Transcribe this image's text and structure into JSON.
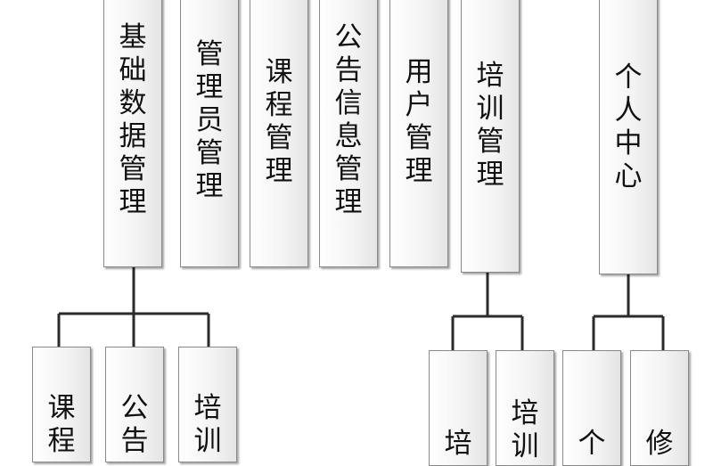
{
  "top_nodes": [
    {
      "label": "基\n础\n数\n据\n管\n理"
    },
    {
      "label": "管\n理\n员\n管\n理"
    },
    {
      "label": "课\n程\n管\n理"
    },
    {
      "label": "公\n告\n信\n息\n管\n理"
    },
    {
      "label": "用\n户\n管\n理"
    },
    {
      "label": "培\n训\n管\n理"
    },
    {
      "label": "个\n人\n中\n心"
    }
  ],
  "basic_data_children": [
    {
      "label": "课\n程"
    },
    {
      "label": "公\n告"
    },
    {
      "label": "培\n训"
    }
  ],
  "training_children": [
    {
      "label": "培"
    },
    {
      "label": "培\n训"
    }
  ],
  "personal_center_children": [
    {
      "label": "个"
    },
    {
      "label": "修"
    }
  ]
}
